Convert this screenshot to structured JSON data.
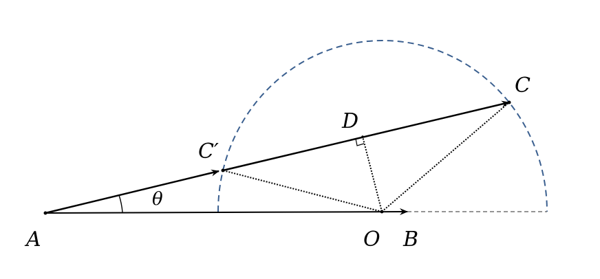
{
  "labels": {
    "A": "A",
    "B": "B",
    "O": "O",
    "C": "C",
    "C_prime": "C′",
    "D": "D",
    "theta": "θ"
  },
  "colors": {
    "stroke": "#000000",
    "circle": "#3a5f8f",
    "extension": "#707070"
  }
}
